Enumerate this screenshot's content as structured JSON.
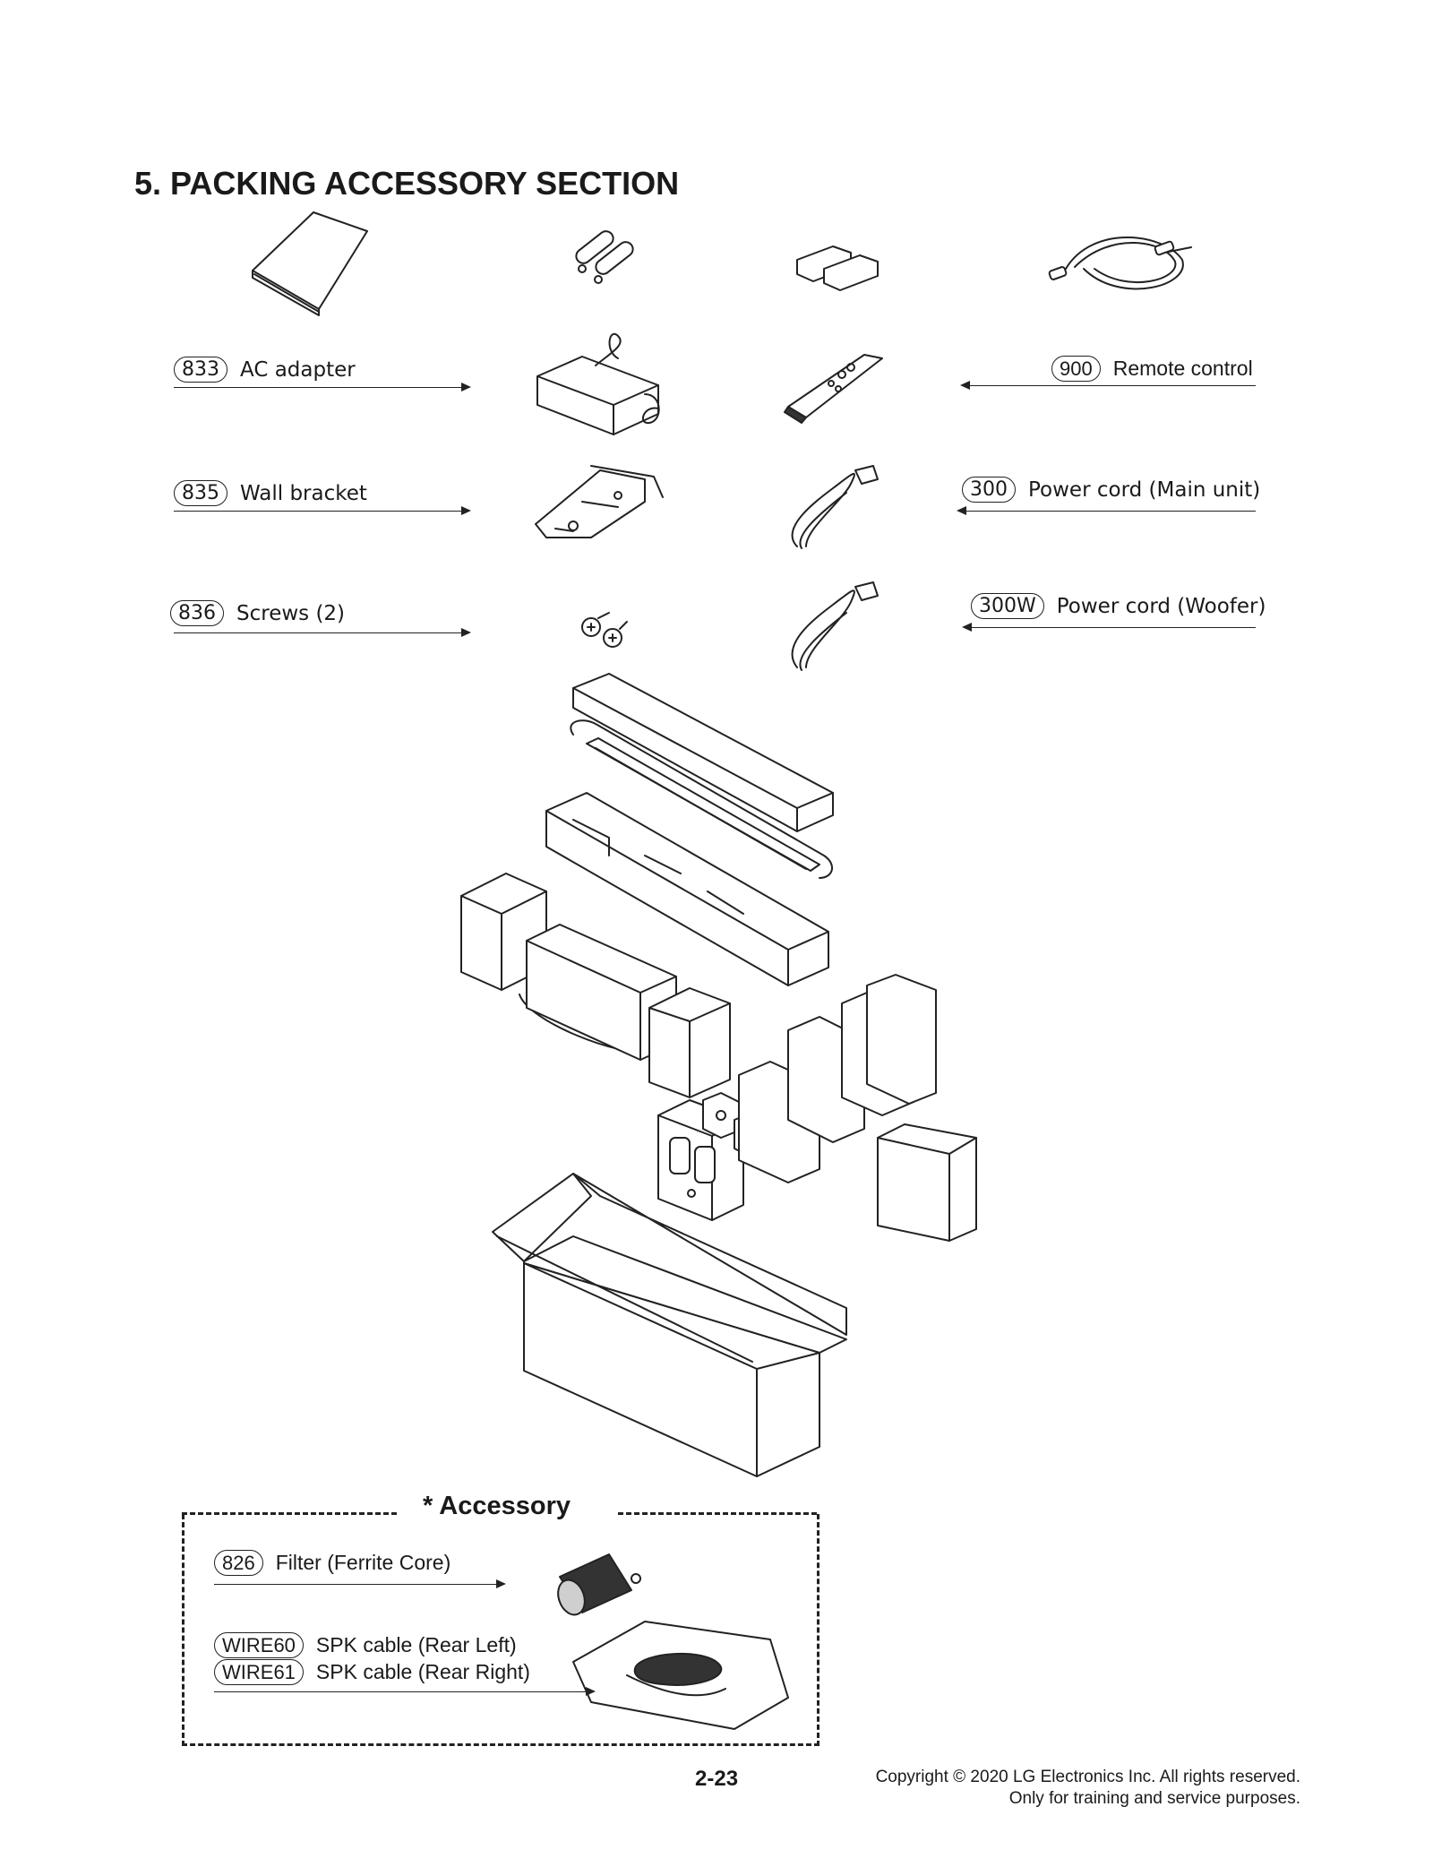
{
  "title": "5. PACKING ACCESSORY SECTION",
  "callouts": [
    {
      "code": "833",
      "label": "AC adapter"
    },
    {
      "code": "835",
      "label": "Wall bracket"
    },
    {
      "code": "836",
      "label": "Screws (2)"
    },
    {
      "code": "900",
      "label": "Remote control"
    },
    {
      "code": "300",
      "label": "Power cord (Main unit)"
    },
    {
      "code": "300W",
      "label": "Power cord (Woofer)"
    }
  ],
  "accessory": {
    "heading": "* Accessory",
    "items": [
      {
        "code": "826",
        "label": "Filter (Ferrite Core)"
      },
      {
        "code": "WIRE60",
        "label": "SPK cable (Rear Left)"
      },
      {
        "code": "WIRE61",
        "label": "SPK cable (Rear Right)"
      }
    ]
  },
  "footer": {
    "page": "2-23",
    "copyright": "Copyright © 2020 LG Electronics Inc. All rights reserved.",
    "note": "Only for training and service purposes."
  }
}
